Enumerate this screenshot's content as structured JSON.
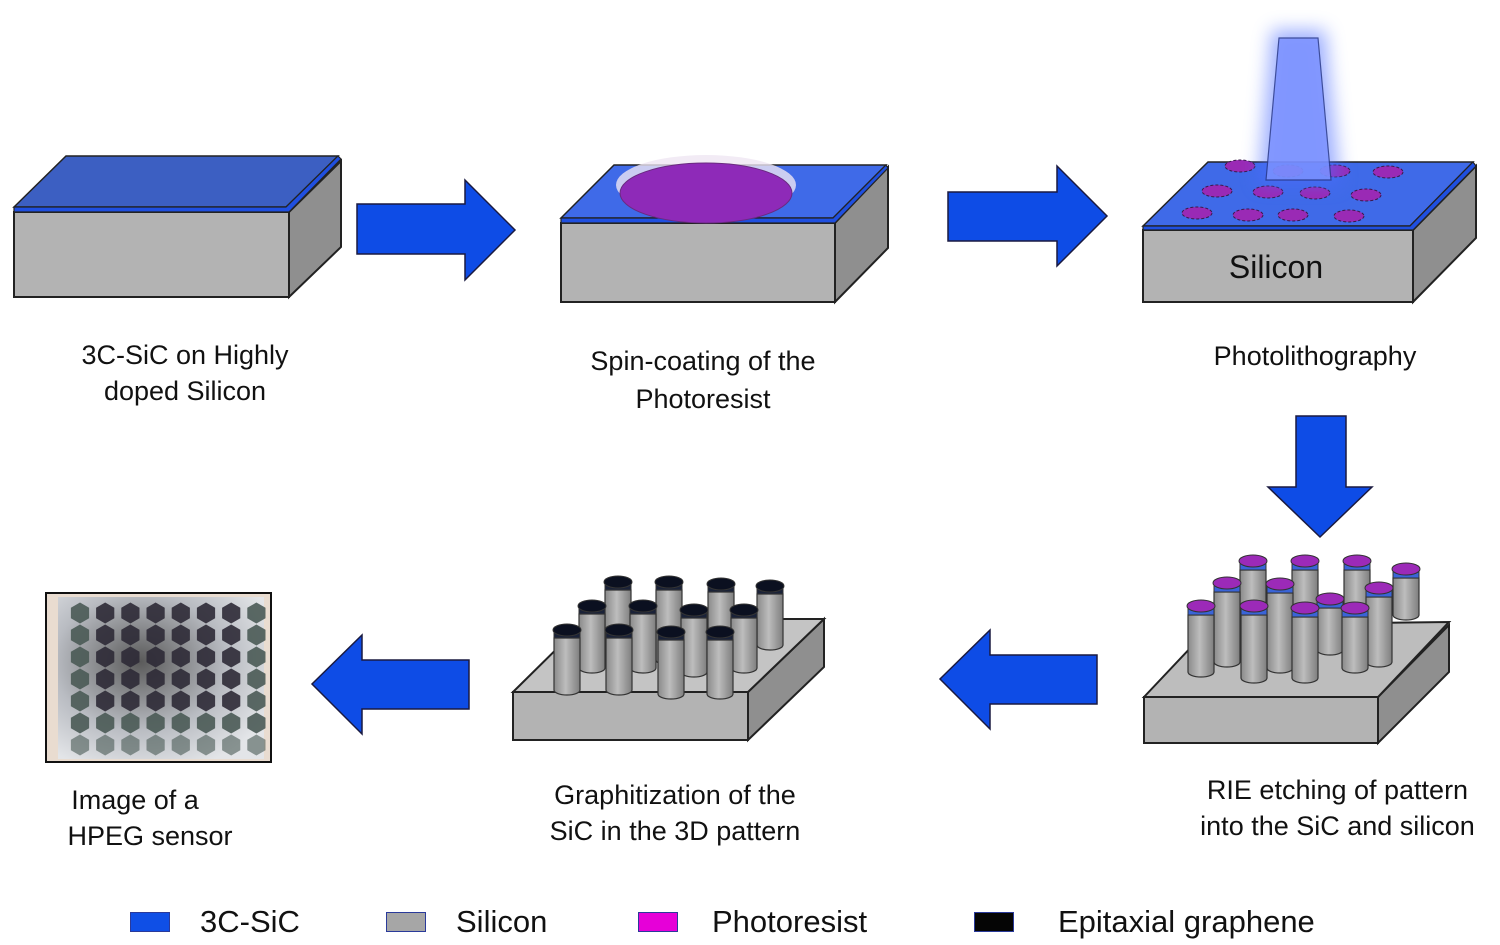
{
  "figure": {
    "steps": [
      {
        "id": "step-1",
        "caption_lines": [
          "3C-SiC on Highly",
          "doped Silicon"
        ]
      },
      {
        "id": "step-2",
        "caption_lines": [
          "Spin-coating of the",
          "Photoresist"
        ]
      },
      {
        "id": "step-3",
        "caption_lines": [
          "Photolithography"
        ],
        "block_label": "Silicon"
      },
      {
        "id": "step-4",
        "caption_lines": [
          "RIE etching of pattern",
          "into the SiC and silicon"
        ]
      },
      {
        "id": "step-5",
        "caption_lines": [
          "Graphitization of the",
          "SiC in the 3D pattern"
        ]
      },
      {
        "id": "step-6",
        "caption_lines": [
          "Image of a",
          "HPEG sensor"
        ]
      }
    ],
    "arrows": [
      {
        "from": "step-1",
        "to": "step-2",
        "direction": "right"
      },
      {
        "from": "step-2",
        "to": "step-3",
        "direction": "right"
      },
      {
        "from": "step-3",
        "to": "step-4",
        "direction": "down"
      },
      {
        "from": "step-4",
        "to": "step-5",
        "direction": "left"
      },
      {
        "from": "step-5",
        "to": "step-6",
        "direction": "left"
      }
    ]
  },
  "legend": [
    {
      "label": "3C-SiC",
      "color": "#0f4fe6"
    },
    {
      "label": "Silicon",
      "color": "#a6a6a6"
    },
    {
      "label": "Photoresist",
      "color": "#e600d8"
    },
    {
      "label": "Epitaxial graphene",
      "color": "#050505"
    }
  ],
  "colors": {
    "sic": "#1f4fe0",
    "sic_top": "#3f62c8",
    "silicon_front": "#b3b3b3",
    "silicon_side": "#8f8f8f",
    "silicon_top": "#c4c4c4",
    "photoresist": "#8e2ab8",
    "arrow": "#0e4ce6",
    "graphene": "#1a2238"
  }
}
